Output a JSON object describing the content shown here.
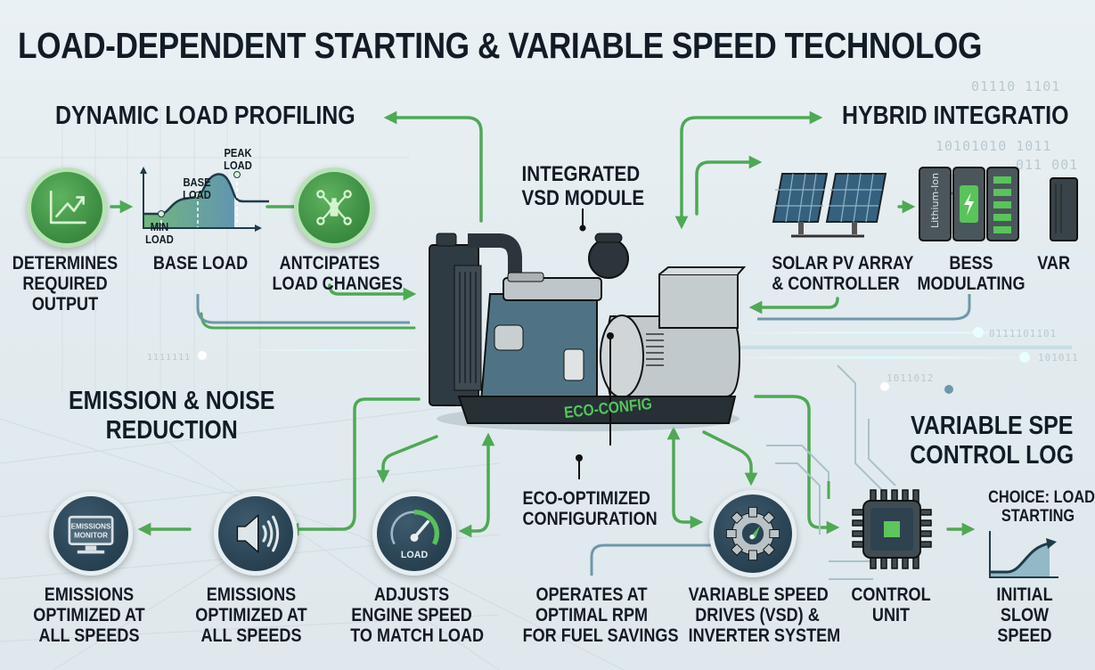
{
  "title": "LOAD-DEPENDENT STARTING & VARIABLE SPEED TECHNOLOG",
  "sections": {
    "dynamic_load_profiling": {
      "heading": "DYNAMIC LOAD PROFILING",
      "items": [
        {
          "icon": "trend-chart-icon",
          "label_lines": [
            "DETERMINES",
            "REQUIRED",
            "OUTPUT"
          ]
        },
        {
          "icon": "load-curve-chart",
          "label_lines": [
            "BASE LOAD"
          ]
        },
        {
          "icon": "sensor-network-icon",
          "label_lines": [
            "ANTCIPATES",
            "LOAD CHANGES"
          ]
        }
      ],
      "chart_labels": {
        "min": [
          "MIN",
          "LOAD"
        ],
        "base": [
          "BASE",
          "LOAD"
        ],
        "peak": [
          "PEAK",
          "LOAD"
        ]
      }
    },
    "center": {
      "top_callout": [
        "INTEGRATED",
        "VSD MODULE"
      ],
      "base_label": "ECO-CONFIG",
      "bottom_callout": [
        "ECO-OPTIMIZED",
        "CONFIGURATION"
      ]
    },
    "hybrid_integration": {
      "heading": "HYBRID INTEGRATIO",
      "items": [
        {
          "icon": "solar-panel-icon",
          "label_lines": [
            "SOLAR PV ARRAY",
            "& CONTROLLER"
          ]
        },
        {
          "icon": "battery-storage-icon",
          "label_lines": [
            "BESS",
            "MODULATING"
          ],
          "battery_text": "Lithium-Ion"
        },
        {
          "icon": "variable-drive-cabinet-icon",
          "label_lines": [
            "VAR"
          ]
        }
      ]
    },
    "emission_noise": {
      "heading_lines": [
        "EMISSION & NOISE",
        "REDUCTION"
      ],
      "items": [
        {
          "icon": "emissions-monitor-icon",
          "screen_text": [
            "EMISSIONS",
            "MONITOR"
          ],
          "label_lines": [
            "EMISSIONS",
            "OPTIMIZED AT",
            "ALL SPEEDS"
          ]
        },
        {
          "icon": "speaker-icon",
          "label_lines": [
            "EMISSIONS",
            "OPTIMIZED AT",
            "ALL SPEEDS"
          ]
        },
        {
          "icon": "load-gauge-icon",
          "gauge_text": "LOAD",
          "label_lines": [
            "ADJUSTS",
            "ENGINE SPEED",
            "TO MATCH LOAD"
          ]
        }
      ]
    },
    "vsd": {
      "items": [
        {
          "label_lines": [
            "OPERATES AT",
            "OPTIMAL RPM",
            "FOR FUEL SAVINGS"
          ]
        },
        {
          "icon": "gear-gauge-icon",
          "label_lines": [
            "VARIABLE SPEED",
            "DRIVES (VSD) &",
            "INVERTER SYSTEM"
          ]
        }
      ]
    },
    "control_logic": {
      "heading_lines": [
        "VARIABLE SPE",
        "CONTROL LOG"
      ],
      "items": [
        {
          "icon": "microchip-icon",
          "label_lines": [
            "CONTROL",
            "UNIT"
          ]
        },
        {
          "icon": "soft-start-curve-icon",
          "caption_lines": [
            "CHOICE: LOAD",
            "STARTING"
          ],
          "label_lines": [
            "INITIAL",
            "SLOW",
            "SPEED"
          ]
        }
      ]
    }
  },
  "binary_decor": [
    "01110 1101",
    "10101010 1011",
    "011 001",
    "0111101101",
    "101011",
    "1011012",
    "1111111"
  ],
  "colors": {
    "accent_green": "#4fa855",
    "dark_text": "#111c26",
    "icon_dark": "#2a4455",
    "circuit_blue": "#6f97aa"
  }
}
